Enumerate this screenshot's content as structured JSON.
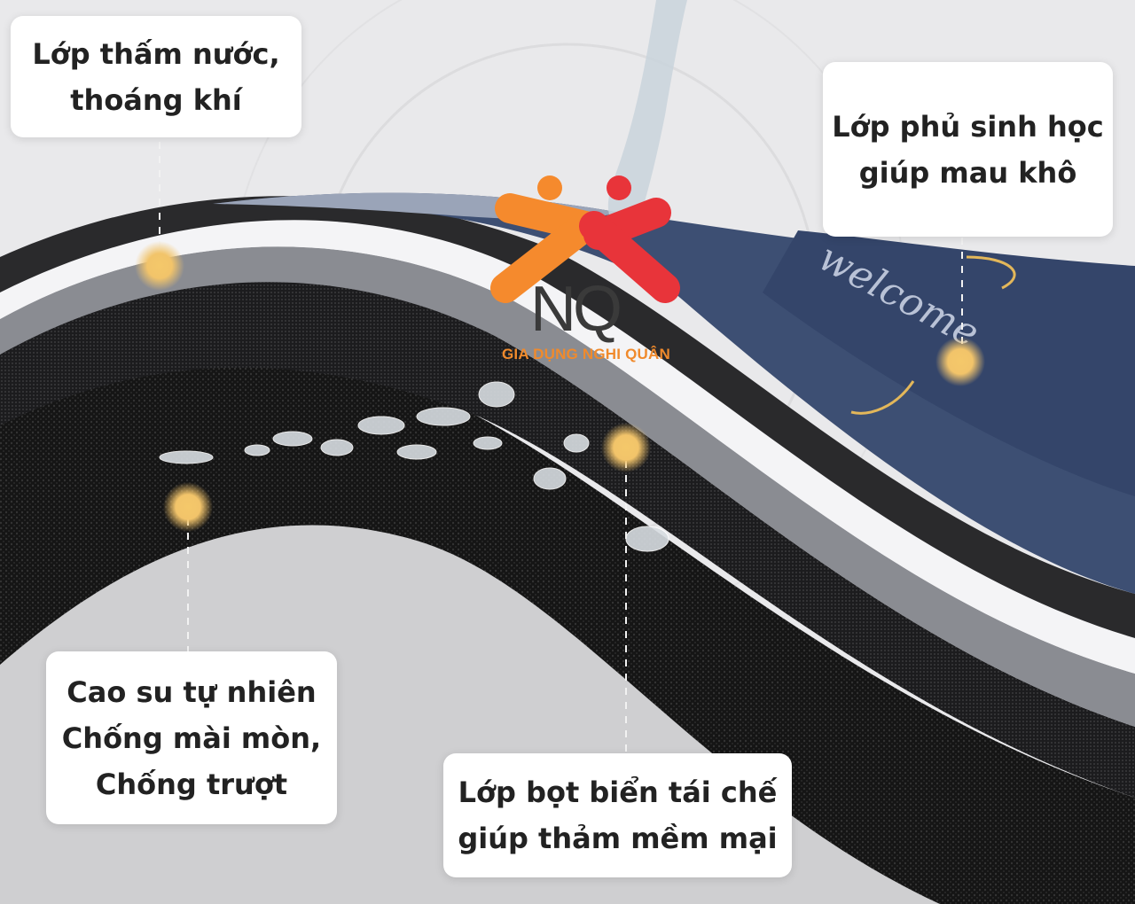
{
  "labels": {
    "waterproof": [
      "Lớp thấm nước,",
      "thoáng khí"
    ],
    "bio_coating": [
      "Lớp phủ sinh học",
      "giúp mau khô"
    ],
    "rubber": [
      "Cao su tự nhiên",
      "Chống mài mòn,",
      "Chống trượt"
    ],
    "foam": [
      "Lớp bọt biển tái chế",
      "giúp thảm mềm mại"
    ]
  },
  "logo": {
    "monogram": "NQ",
    "brand": "GIA DỤNG NGHI QUÂN",
    "colors": {
      "orange": "#f58a2d",
      "red": "#e8343a"
    }
  },
  "mat_print": "welcome",
  "colors": {
    "top_layer": "#3d4f73",
    "marker": "#f2c46a",
    "background": "#e9e9eb"
  }
}
